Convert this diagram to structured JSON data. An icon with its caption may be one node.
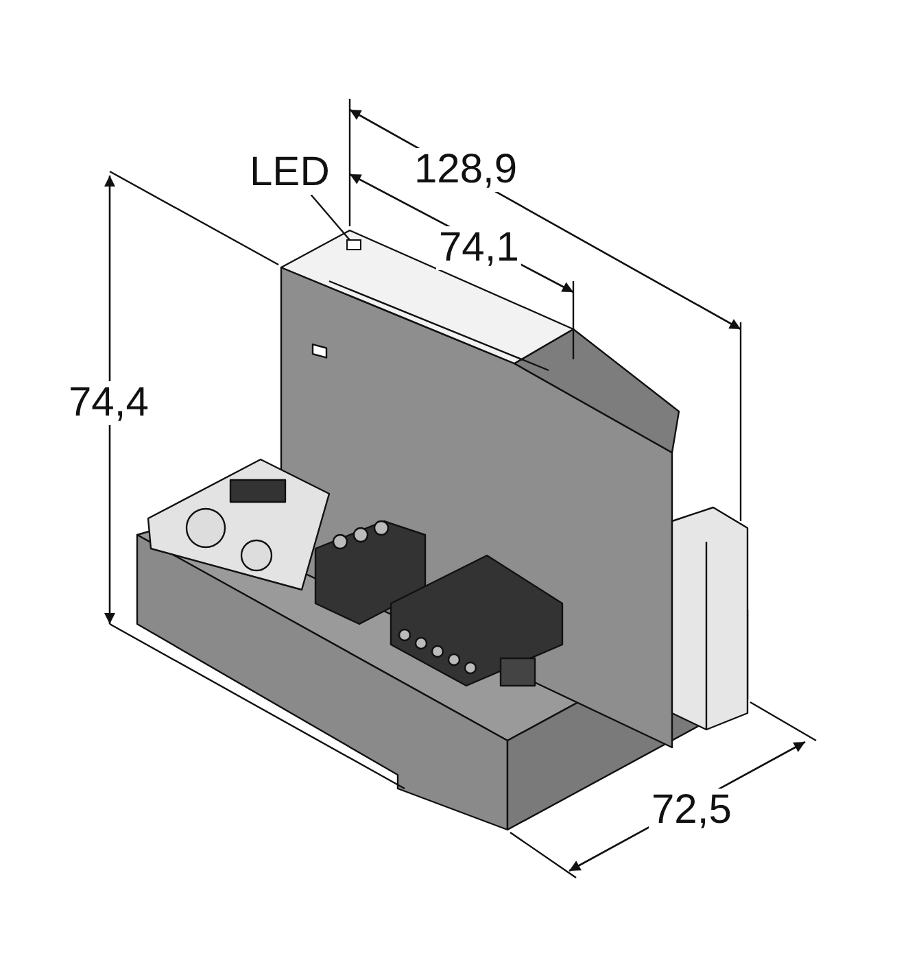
{
  "diagram": {
    "nodes": [
      {
        "text": [
          "LED"
        ]
      },
      {
        "text": [],
        "shape": "box"
      }
    ],
    "edges": [
      {
        "from": 0,
        "to": 1,
        "arrow": "none"
      }
    ],
    "labels": [
      "128,9",
      "74,1",
      "74,4",
      "72,5"
    ]
  }
}
